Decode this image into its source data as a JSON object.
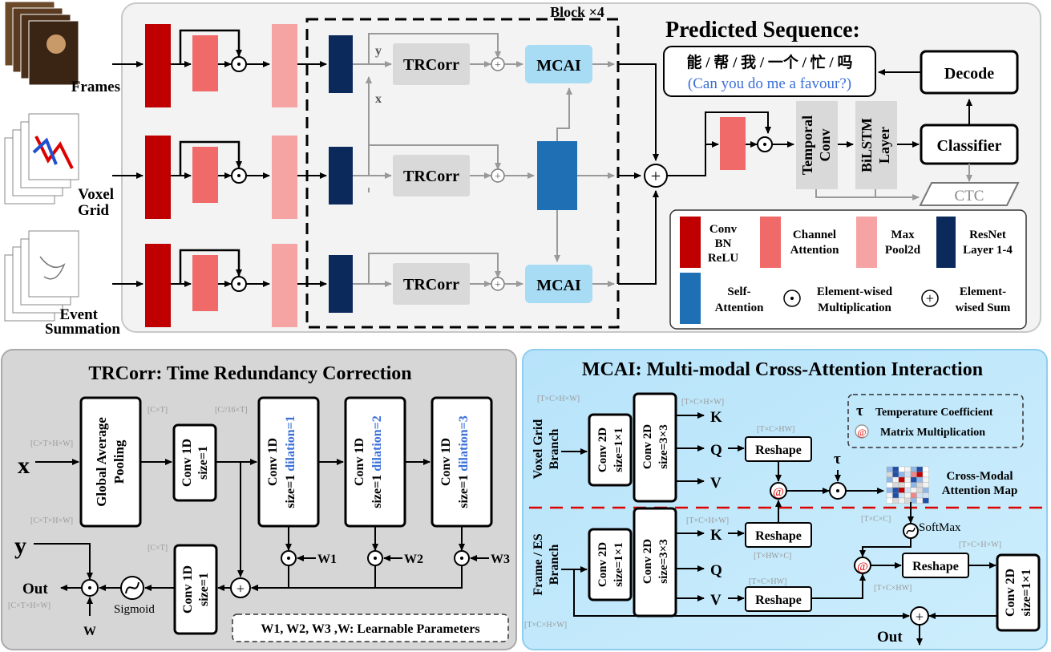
{
  "top": {
    "block_label": "Block ×4",
    "predicted_title": "Predicted Sequence:",
    "predicted_cn": "能 / 帮 / 我 / 一个 / 忙 / 吗",
    "predicted_en": "(Can you do me a favour?)",
    "decode": "Decode",
    "classifier": "Classifier",
    "temporal_conv": [
      "Temporal",
      "Conv"
    ],
    "bilstm": [
      "BiLSTM",
      "Layer"
    ],
    "ctc": "CTC",
    "inputs": {
      "frames": "Frames",
      "voxel": [
        "Voxel",
        "Grid"
      ],
      "event": [
        "Event",
        "Summation"
      ]
    },
    "trcorr": "TRCorr",
    "mcai": "MCAI",
    "y": "y",
    "x": "x",
    "legend": {
      "conv": [
        "Conv",
        "BN",
        "ReLU"
      ],
      "channel": [
        "Channel",
        "Attention"
      ],
      "maxpool": [
        "Max",
        "Pool2d"
      ],
      "resnet": [
        "ResNet",
        "Layer 1-4"
      ],
      "selfatt": [
        "Self-",
        "Attention"
      ],
      "elemmul": [
        "Element-wised",
        "Multiplication"
      ],
      "elemsum": [
        "Element-",
        "wised Sum"
      ]
    }
  },
  "trc": {
    "title": "TRCorr: Time Redundancy Correction",
    "x": "x",
    "y": "y",
    "out": "Out",
    "w": "W",
    "gap": [
      "Global Average",
      "Pooling"
    ],
    "conv1": [
      "Conv 1D",
      "size=1"
    ],
    "conv_d1": [
      "Conv 1D",
      "size=1",
      "dilation=1"
    ],
    "conv_d2": [
      "Conv 1D",
      "size=1",
      "dilation=2"
    ],
    "conv_d3": [
      "Conv 1D",
      "size=1",
      "dilation=3"
    ],
    "conv_out": [
      "Conv 1D",
      "size=1"
    ],
    "sigmoid": "Sigmoid",
    "w1": "W1",
    "w2": "W2",
    "w3": "W3",
    "params": "W1, W2, W3 ,W: Learnable Parameters",
    "dims": {
      "ctxhxw": "[C×T×H×W]",
      "cxt": "[C×T]",
      "c16": "[C//16×T]"
    }
  },
  "mcai": {
    "title": "MCAI: Multi-modal Cross-Attention Interaction",
    "vox_branch": [
      "Voxel Grid",
      "Branch"
    ],
    "frame_branch": [
      "Frame / ES",
      "Branch"
    ],
    "conv11": [
      "Conv 2D",
      "size=1×1"
    ],
    "conv33": [
      "Conv 2D",
      "size=3×3"
    ],
    "k": "K",
    "q": "Q",
    "v": "V",
    "reshape": "Reshape",
    "tau": "τ",
    "tau_desc": "Temperature Coefficient",
    "at": "@",
    "at_desc": "Matrix Multiplication",
    "cross_map": [
      "Cross-Modal",
      "Attention Map"
    ],
    "softmax": "SoftMax",
    "out": "Out",
    "conv_out": [
      "Conv 2D",
      "size=1×1"
    ],
    "dims": {
      "tchw": "[T×C×H×W]",
      "tchw2": "[T×C×HW]",
      "thwc": "[T×HW×C]",
      "txcxc": "[T×C×C]"
    }
  },
  "colors": {
    "conv": "#c00000",
    "channel": "#f06a6a",
    "maxpool": "#f5a3a3",
    "resnet": "#0b2a5b",
    "selfatt": "#1f6fb5",
    "mcai_box": "#a8dcf5",
    "trcorr_box": "#d9d9d9",
    "blue_text": "#3a6fd8",
    "left_panel": "#d6d6d6",
    "right_panel": "#bfe6fa"
  }
}
